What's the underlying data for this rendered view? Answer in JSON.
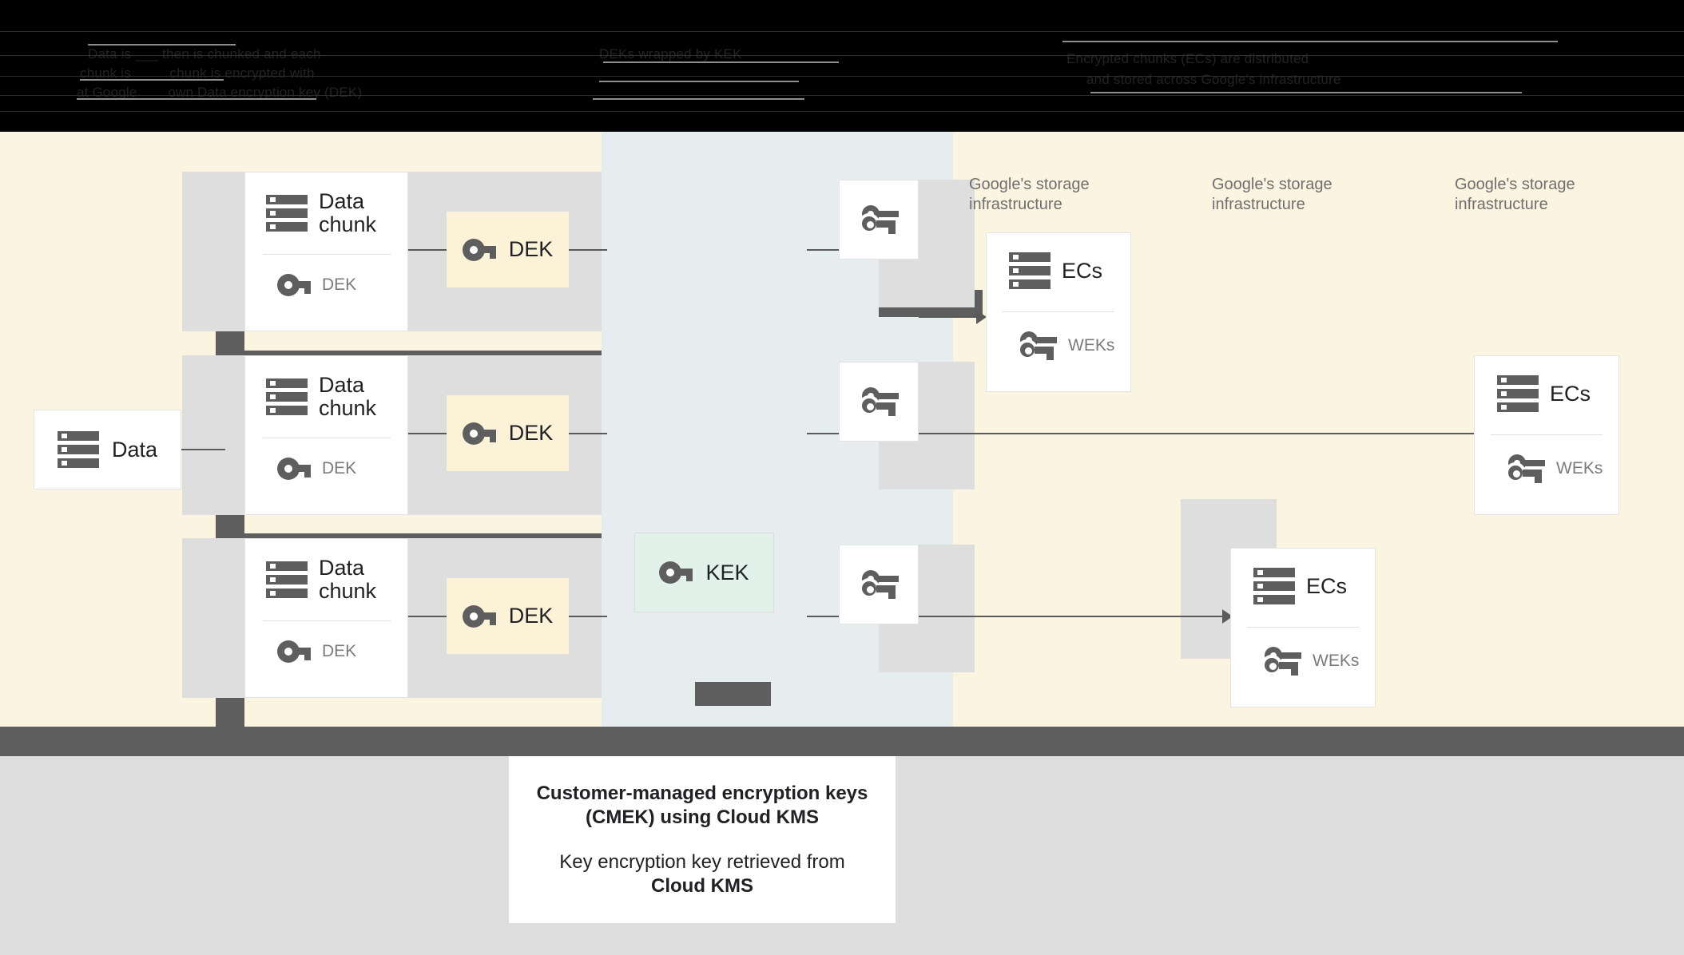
{
  "header": {
    "obscured_note": "dark-header-band",
    "lines": [
      "Data is  ___  then is chunked and each",
      "chunk is  ____  chunk is encrypted with",
      "at Google  ___  own Data encryption key (DEK)",
      "DEKs wrapped by KEK",
      "Encrypted chunks (ECs) are distributed",
      "and stored across Google's infrastructure"
    ]
  },
  "diagram": {
    "source": {
      "label": "Data",
      "icon": "server-icon"
    },
    "chunks": [
      {
        "title": "Data chunk",
        "key_label": "DEK",
        "icon": "server-icon",
        "key_icon": "key-icon"
      },
      {
        "title": "Data chunk",
        "key_label": "DEK",
        "icon": "server-icon",
        "key_icon": "key-icon"
      },
      {
        "title": "Data chunk",
        "key_label": "DEK",
        "icon": "server-icon",
        "key_icon": "key-icon"
      }
    ],
    "deks": [
      {
        "label": "DEK",
        "icon": "key-icon"
      },
      {
        "label": "DEK",
        "icon": "key-icon"
      },
      {
        "label": "DEK",
        "icon": "key-icon"
      }
    ],
    "kek": {
      "label": "KEK",
      "icon": "key-icon"
    },
    "wrapped_keys": [
      {
        "icon": "double-key-icon"
      },
      {
        "icon": "double-key-icon"
      },
      {
        "icon": "double-key-icon"
      }
    ],
    "infra_labels": [
      "Google's storage\ninfrastructure",
      "Google's storage\ninfrastructure",
      "Google's storage\ninfrastructure"
    ],
    "ec_cards": [
      {
        "title": "ECs",
        "key_label": "WEKs",
        "icon": "server-icon",
        "key_icon": "double-key-icon"
      },
      {
        "title": "ECs",
        "key_label": "WEKs",
        "icon": "server-icon",
        "key_icon": "double-key-icon"
      },
      {
        "title": "ECs",
        "key_label": "WEKs",
        "icon": "server-icon",
        "key_icon": "double-key-icon"
      }
    ]
  },
  "caption": {
    "line1": "Customer-managed encryption keys",
    "line2": "(CMEK) using Cloud KMS",
    "line3": "Key encryption key retrieved from",
    "line4": "Cloud KMS"
  },
  "colors": {
    "cream": "#fbf4e0",
    "gray_band": "#e7ecee",
    "dek_box": "#fcf2d8",
    "kek_box": "#e2f1e9",
    "bar_dark": "#5e5e5e",
    "shadow": "#dedede",
    "bottom_area": "#dedede"
  }
}
